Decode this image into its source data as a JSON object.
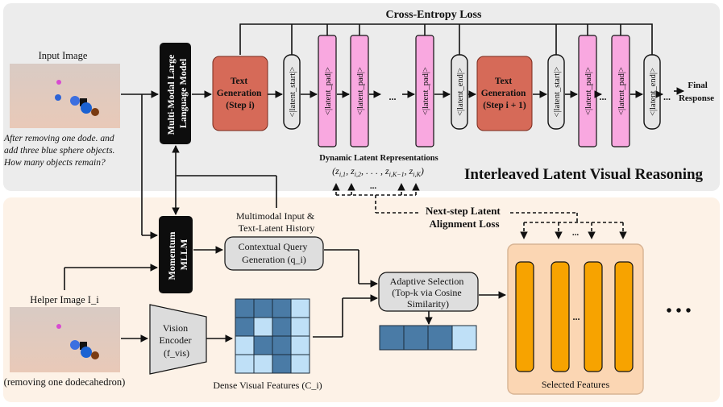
{
  "loss": {
    "cross_entropy": "Cross-Entropy Loss",
    "alignment": [
      "Next-step Latent",
      "Alignment Loss"
    ]
  },
  "input": {
    "title": "Input Image",
    "question": [
      "After removing one dode. and",
      "add three blue sphere objects.",
      "How many objects remain?"
    ]
  },
  "mllm": [
    "Multi-Modal Large",
    "Language Model"
  ],
  "text_gen_1": [
    "Text",
    "Generation",
    "(Step i)"
  ],
  "text_gen_2": [
    "Text",
    "Generation",
    "(Step i + 1)"
  ],
  "tokens": {
    "start": "<|latent_start|>",
    "pad": "<|latent_pad|>",
    "end": "<|latent_end|>",
    "ellipsis": "..."
  },
  "final": [
    "Final",
    "Response"
  ],
  "dynamic": {
    "title": "Dynamic Latent Representations",
    "formula": "(z_{i,1}, z_{i,2}, . . . , z_{i,K−1}, z_{i,K})"
  },
  "section_title": "Interleaved Latent Visual Reasoning",
  "history": [
    "Multimodal Input &",
    "Text-Latent History"
  ],
  "momentum": [
    "Momentum",
    "MLLM"
  ],
  "query": [
    "Contextual Query",
    "Generation (q_i)"
  ],
  "helper": {
    "title": "Helper Image I_i",
    "caption": "(removing one dodecahedron)"
  },
  "vision": [
    "Vision",
    "Encoder",
    "(f_vis)"
  ],
  "dense": "Dense Visual Features (C_i)",
  "adaptive": [
    "Adaptive Selection",
    "(Top-k via Cosine",
    "Similarity)"
  ],
  "selected": "Selected Features",
  "more": "• • •",
  "colors": {
    "token_pink": "#f9a8e0",
    "text_gen": "#d66a58",
    "feature": "#f7a300",
    "top_panel": "#ececec",
    "bottom_panel": "#fdf2e7"
  }
}
